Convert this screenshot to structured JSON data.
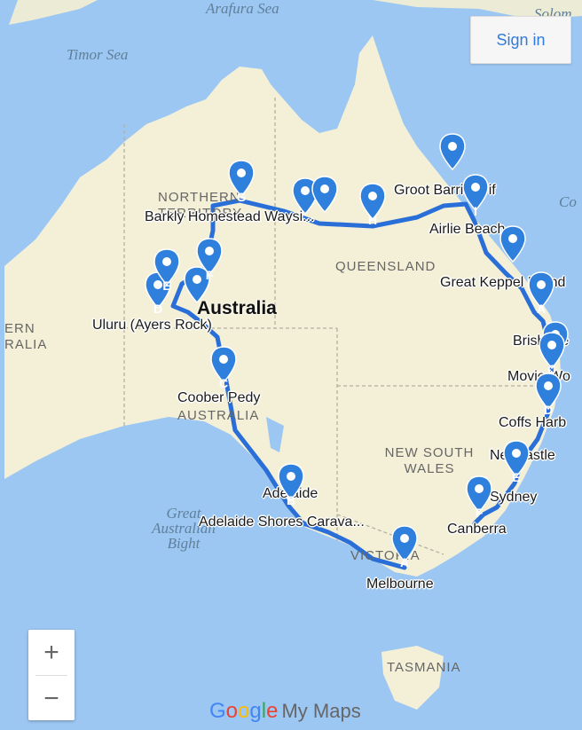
{
  "header": {
    "sign_in_label": "Sign in"
  },
  "seas": {
    "arafura": "Arafura Sea",
    "timor": "Timor Sea",
    "solomon": "Solom",
    "coral": "Co",
    "bight": "Great Australian Bight"
  },
  "regions": {
    "northern_territory": "NORTHERN TERRITORY",
    "queensland": "QUEENSLAND",
    "south_australia": "AUSTRALIA",
    "western_australia": "ERN RALIA",
    "new_south_wales": "NEW SOUTH WALES",
    "victoria": "VICTORIA",
    "tasmania": "TASMANIA"
  },
  "country_label": "Australia",
  "places": {
    "barkly": "Barkly Homestead Waysi...",
    "groot": "Groot Barrièrerif",
    "airlie": "Airlie Beach",
    "keppel": "Great Keppel Island",
    "brisbane": "Brisbane",
    "movieworld": "Movie Wo",
    "coffs": "Coffs Harb",
    "newcastle": "Newcastle",
    "sydney": "Sydney",
    "canberra": "Canberra",
    "melbourne": "Melbourne",
    "adelaide": "Adelaide",
    "adelaide_shores": "Adelaide Shores Carava...",
    "coober": "Coober Pedy",
    "uluru": "Uluru (Ayers Rock)"
  },
  "pins": {
    "a_melbourne": "A",
    "b_adelaide": "B",
    "c_coober": "C",
    "d_uluru": "D",
    "e_west": "E",
    "f_alice": "F",
    "g_nt": "G",
    "h_qld": "H",
    "i_airlie": "I",
    "a_keppel": "A",
    "c_movie": "C",
    "d_coffs": "D",
    "e_sydney": "E",
    "f_canberra": "F"
  },
  "zoom": {
    "in": "+",
    "out": "−"
  },
  "logo": {
    "google": "Google",
    "mymaps": "My Maps"
  },
  "colors": {
    "water": "#9cc7f2",
    "land": "#f4f0d8",
    "route": "#2a6fd7",
    "pin": "#2f7fdc"
  }
}
